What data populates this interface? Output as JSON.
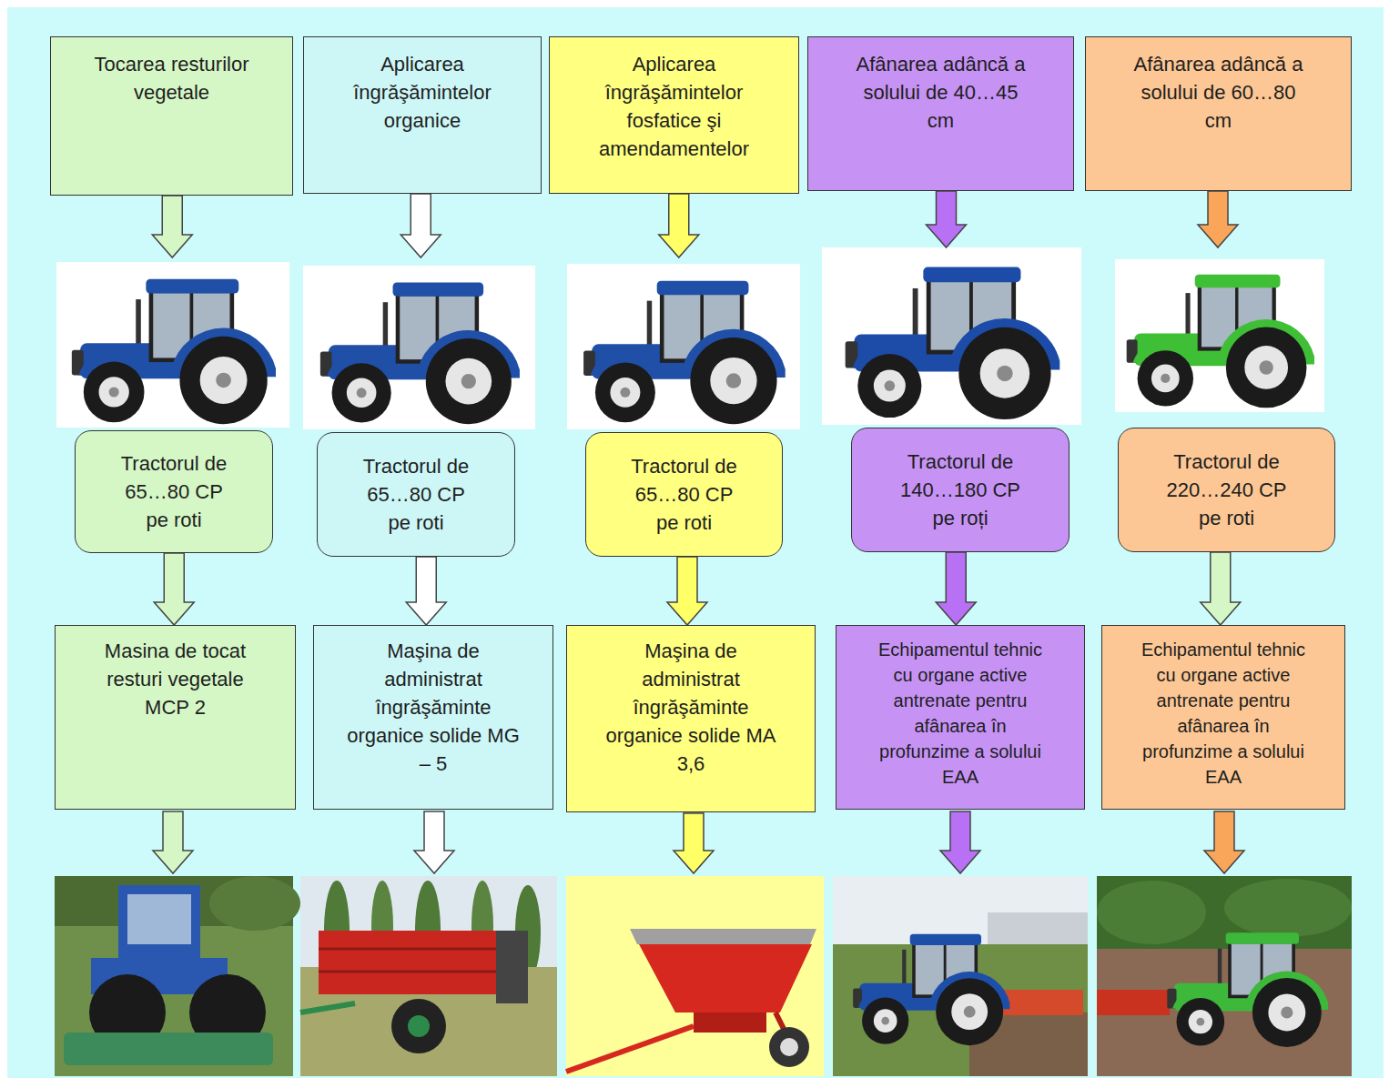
{
  "diagram": {
    "nodes": [
      {
        "text": [
          "Tocarea resturilor vegetale"
        ]
      },
      {
        "text": [
          "Aplicarea îngrăşămintelor organice"
        ]
      },
      {
        "text": [
          "Aplicarea îngrăşămintelor fosfatice şi amendamentelor"
        ]
      },
      {
        "text": [
          "Afânarea adâncă a solului de 40…45 cm"
        ]
      },
      {
        "text": [
          "Afânarea adâncă a solului de 60…80 cm"
        ]
      },
      {
        "text": [
          "Tractorul de 65…80 CP pe roti"
        ]
      },
      {
        "text": [
          "Tractorul de 65…80 CP pe roti"
        ]
      },
      {
        "text": [
          "Tractorul de 65…80 CP pe roti"
        ]
      },
      {
        "text": [
          "Tractorul de 140…180 CP pe roți"
        ]
      },
      {
        "text": [
          "Tractorul de 220…240 CP pe roti"
        ]
      },
      {
        "text": [
          "Masina de tocat resturi vegetale MCP 2"
        ]
      },
      {
        "text": [
          "Maşina de administrat îngrăşăminte organice solide MG – 5"
        ]
      },
      {
        "text": [
          "Maşina de administrat îngrăşăminte organice solide MA 3,6"
        ]
      },
      {
        "text": [
          "Echipamentul tehnic cu organe active antrenate pentru afânarea în profunzime a solului EAA"
        ]
      },
      {
        "text": [
          "Echipamentul tehnic cu organe active antrenate pentru afânarea în profunzime a solului EAA"
        ]
      }
    ],
    "edges": [
      {
        "from": 0,
        "to": 5,
        "arrow": "to"
      },
      {
        "from": 5,
        "to": 10,
        "arrow": "to"
      },
      {
        "from": 1,
        "to": 6,
        "arrow": "to"
      },
      {
        "from": 6,
        "to": 11,
        "arrow": "to"
      },
      {
        "from": 2,
        "to": 7,
        "arrow": "to"
      },
      {
        "from": 7,
        "to": 12,
        "arrow": "to"
      },
      {
        "from": 3,
        "to": 8,
        "arrow": "to"
      },
      {
        "from": 8,
        "to": 13,
        "arrow": "to"
      },
      {
        "from": 4,
        "to": 9,
        "arrow": "to"
      },
      {
        "from": 9,
        "to": 14,
        "arrow": "to"
      }
    ]
  }
}
